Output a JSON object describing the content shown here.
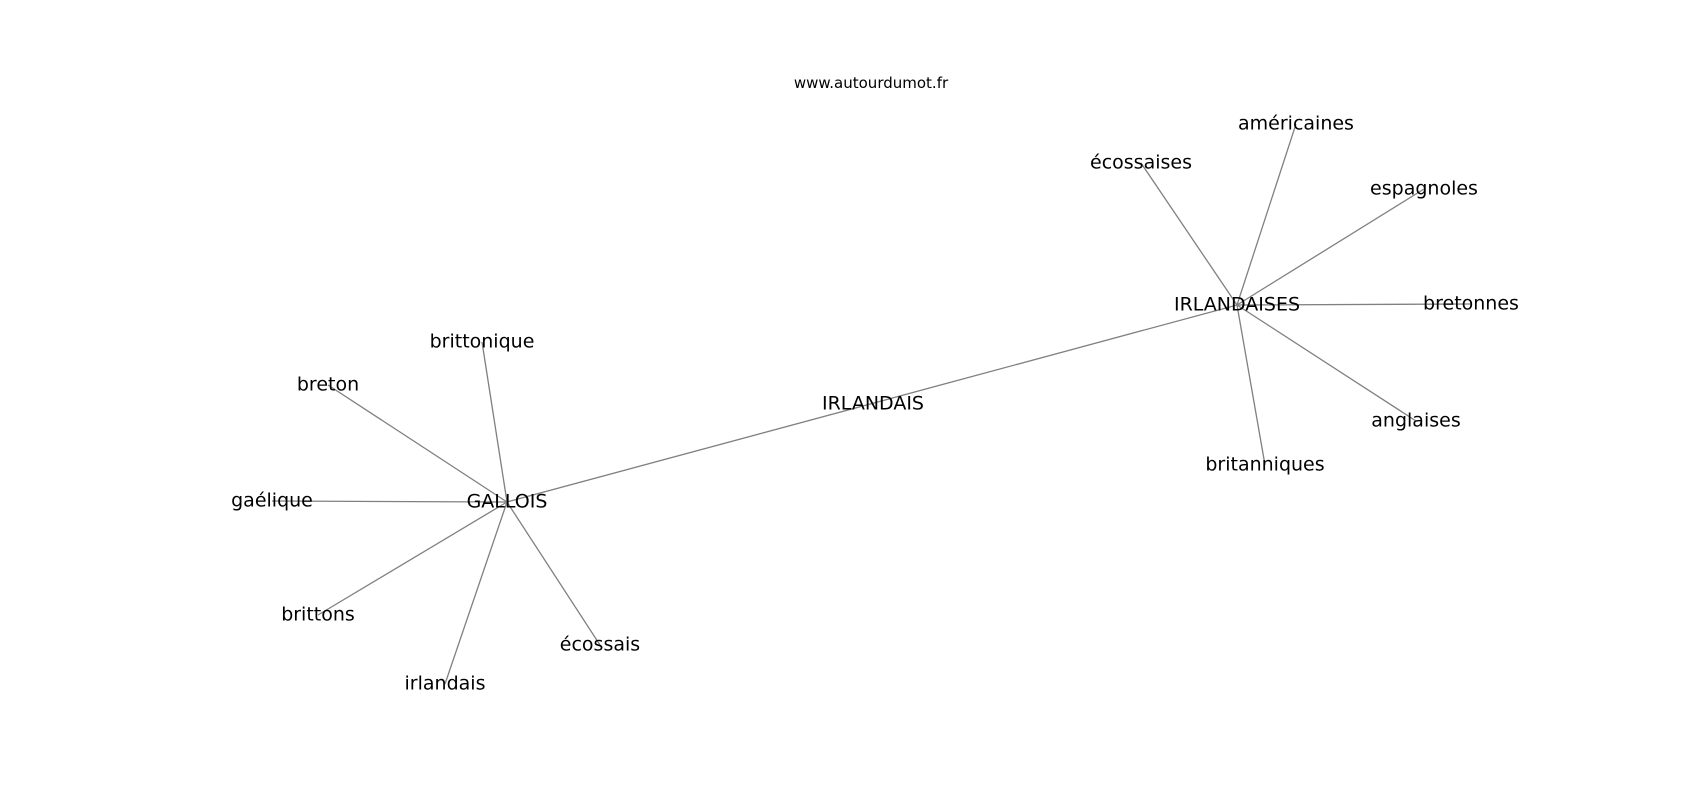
{
  "watermark": "www.autourdumot.fr",
  "colors": {
    "edge": "#808080",
    "text": "#000000",
    "background": "#ffffff"
  },
  "graph": {
    "nodes": [
      {
        "id": "irlandais_center",
        "label": "IRLANDAIS"
      },
      {
        "id": "galloises_hub",
        "label": "GALLOIS"
      },
      {
        "id": "irlandaises_hub",
        "label": "IRLANDAISES"
      },
      {
        "id": "brittonique",
        "label": "brittonique"
      },
      {
        "id": "breton",
        "label": "breton"
      },
      {
        "id": "gaelique",
        "label": "gaélique"
      },
      {
        "id": "brittons",
        "label": "brittons"
      },
      {
        "id": "irlandais",
        "label": "irlandais"
      },
      {
        "id": "ecossais",
        "label": "écossais"
      },
      {
        "id": "ecossaises",
        "label": "écossaises"
      },
      {
        "id": "americaines",
        "label": "américaines"
      },
      {
        "id": "espagnoles",
        "label": "espagnoles"
      },
      {
        "id": "bretonnes",
        "label": "bretonnes"
      },
      {
        "id": "anglaises",
        "label": "anglaises"
      },
      {
        "id": "britanniques",
        "label": "britanniques"
      }
    ],
    "edges": [
      {
        "from": "galloises_hub",
        "to": "irlandaises_hub"
      },
      {
        "from": "galloises_hub",
        "to": "brittonique"
      },
      {
        "from": "galloises_hub",
        "to": "breton"
      },
      {
        "from": "galloises_hub",
        "to": "gaelique"
      },
      {
        "from": "galloises_hub",
        "to": "brittons"
      },
      {
        "from": "galloises_hub",
        "to": "irlandais"
      },
      {
        "from": "galloises_hub",
        "to": "ecossais"
      },
      {
        "from": "irlandaises_hub",
        "to": "ecossaises"
      },
      {
        "from": "irlandaises_hub",
        "to": "americaines"
      },
      {
        "from": "irlandaises_hub",
        "to": "espagnoles"
      },
      {
        "from": "irlandaises_hub",
        "to": "bretonnes"
      },
      {
        "from": "irlandaises_hub",
        "to": "anglaises"
      },
      {
        "from": "irlandaises_hub",
        "to": "britanniques"
      }
    ]
  }
}
